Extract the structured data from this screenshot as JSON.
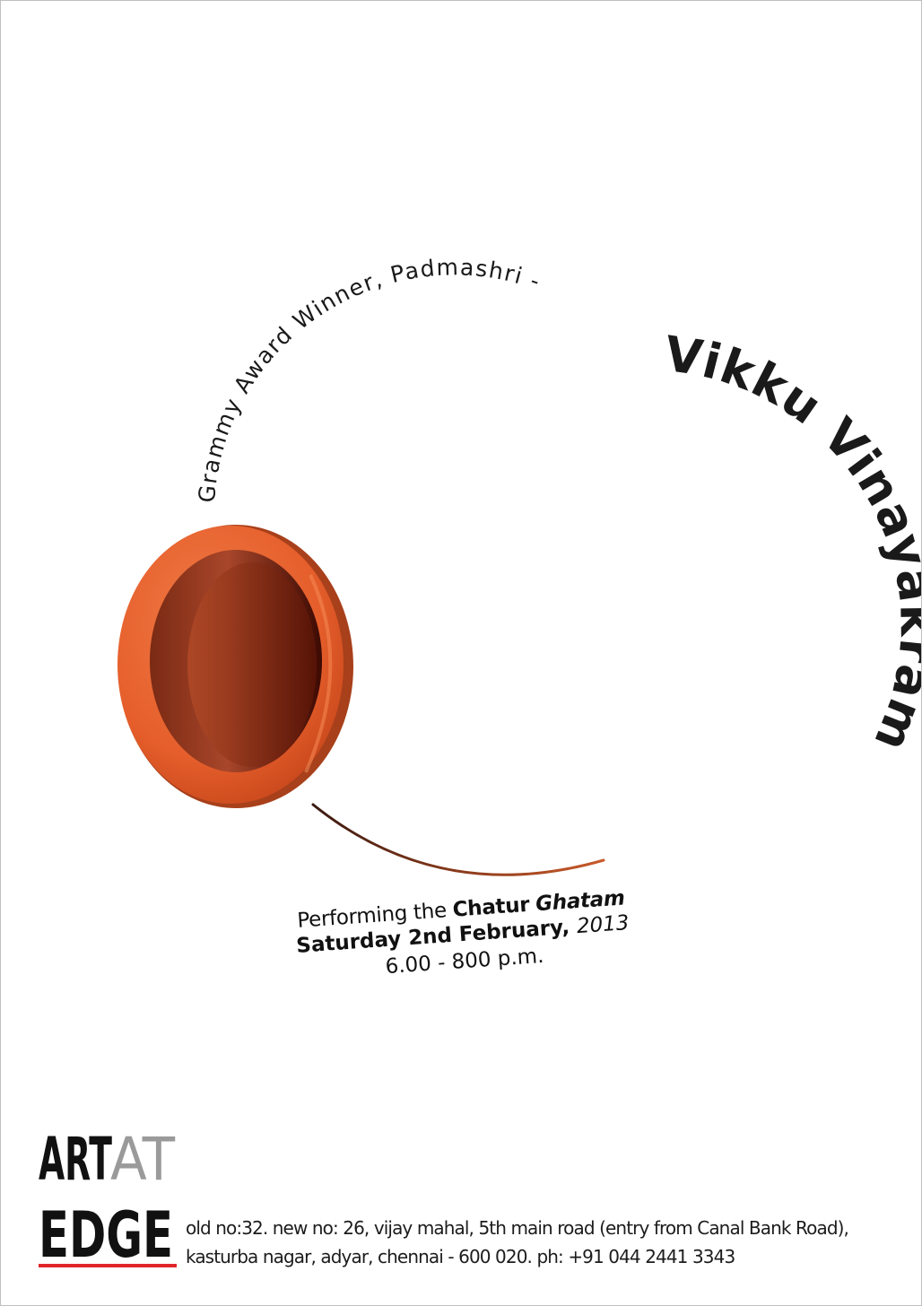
{
  "poster": {
    "arc_intro": "Grammy Award Winner, Padmashri -",
    "artist_name": "Vikku Vinayakram",
    "performing_prefix": "Performing the",
    "instrument_part1": "Chatur",
    "instrument_part2": "Ghatam",
    "date_main": "Saturday 2nd February,",
    "date_year": "2013",
    "time": "6.00 - 800 p.m."
  },
  "logo": {
    "line1_left": "ART",
    "line1_right": "AT",
    "line2": "EDGE",
    "underline_color": "#e0252b"
  },
  "address": {
    "line1": "old no:32. new no: 26, vijay mahal, 5th main road (entry from Canal Bank Road),",
    "line2": "kasturba nagar, adyar, chennai - 600 020. ph: +91 044 2441 3343"
  },
  "colors": {
    "ghatam_rim": "#e8622e",
    "ghatam_interior": "#5a1608",
    "arc_stroke": "#7a2e12"
  }
}
